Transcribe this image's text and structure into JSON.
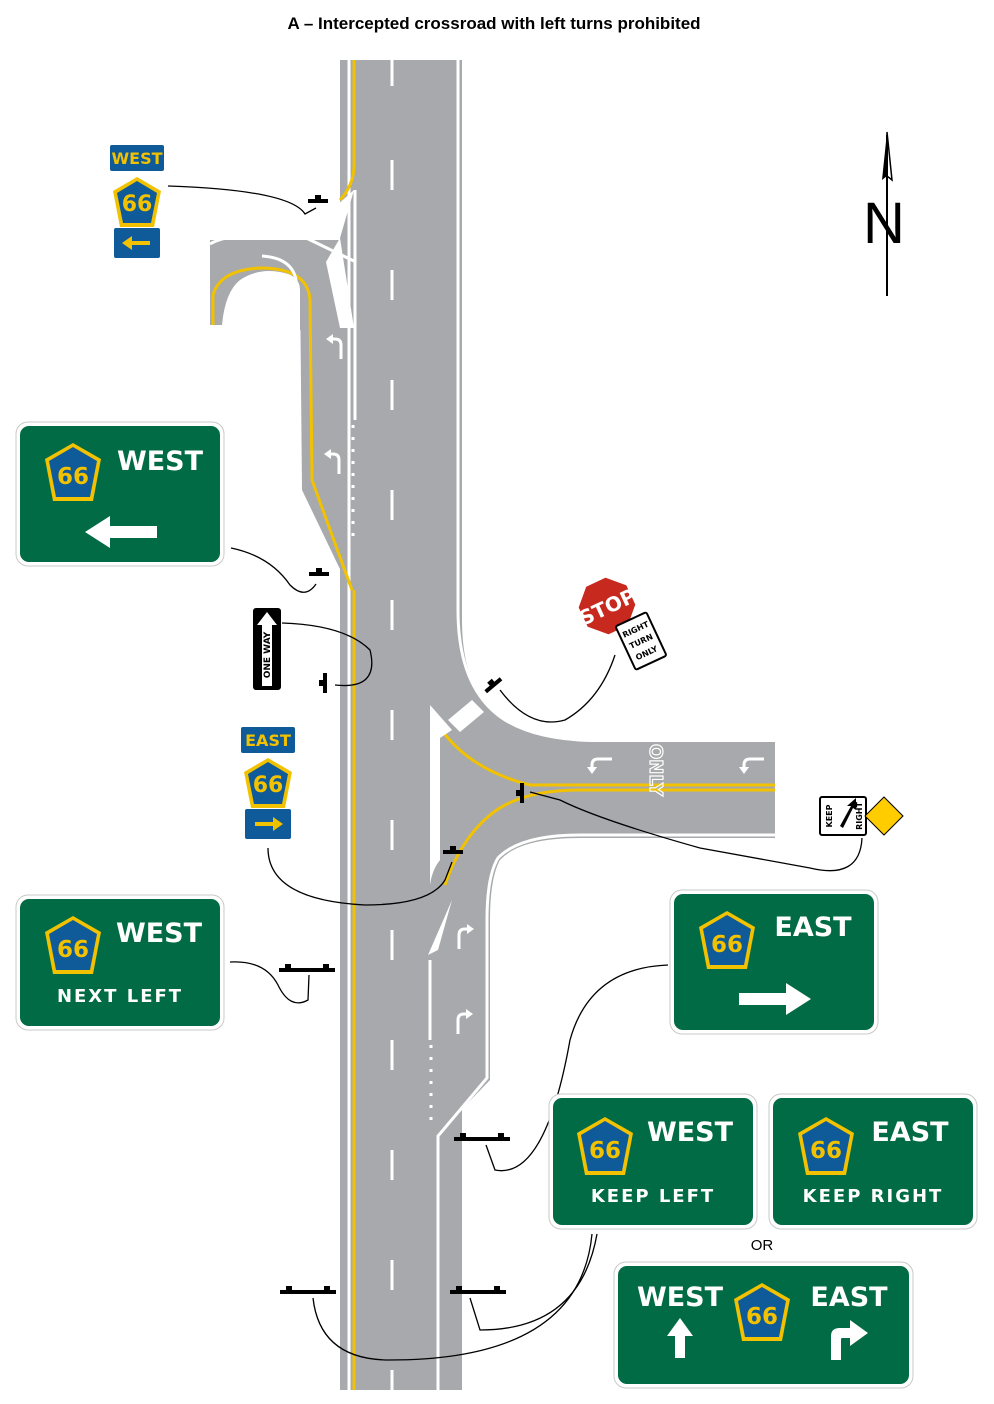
{
  "title": "A – Intercepted crossroad with left turns prohibited",
  "north": "N",
  "route_number": "66",
  "or_label": "OR",
  "pavement_word": "ONLY",
  "colors": {
    "road": "#a7a9ac",
    "centerline": "#f2c200",
    "guide_green": "#006b45",
    "marker_blue": "#0f5a99",
    "marker_yellow": "#f2c200",
    "stop_red": "#c8291f",
    "warning_yellow": "#ffcc00"
  },
  "assemblies": {
    "west_marker": {
      "cardinal": "WEST",
      "arrow": "left-arrow-icon"
    },
    "east_marker": {
      "cardinal": "EAST",
      "arrow": "right-arrow-icon"
    }
  },
  "signs": {
    "one_way": "ONE WAY",
    "stop": "STOP",
    "right_turn_only": [
      "RIGHT",
      "TURN",
      "ONLY"
    ],
    "keep_right": [
      "KEEP",
      "RIGHT"
    ],
    "guide_west_arrow": {
      "direction": "WEST"
    },
    "guide_west_next_left": {
      "direction": "WEST",
      "action": "NEXT LEFT"
    },
    "guide_east_arrow": {
      "direction": "EAST"
    },
    "guide_west_keep_left": {
      "direction": "WEST",
      "action": "KEEP LEFT"
    },
    "guide_east_keep_right": {
      "direction": "EAST",
      "action": "KEEP RIGHT"
    },
    "guide_combined": {
      "left_direction": "WEST",
      "right_direction": "EAST"
    }
  }
}
